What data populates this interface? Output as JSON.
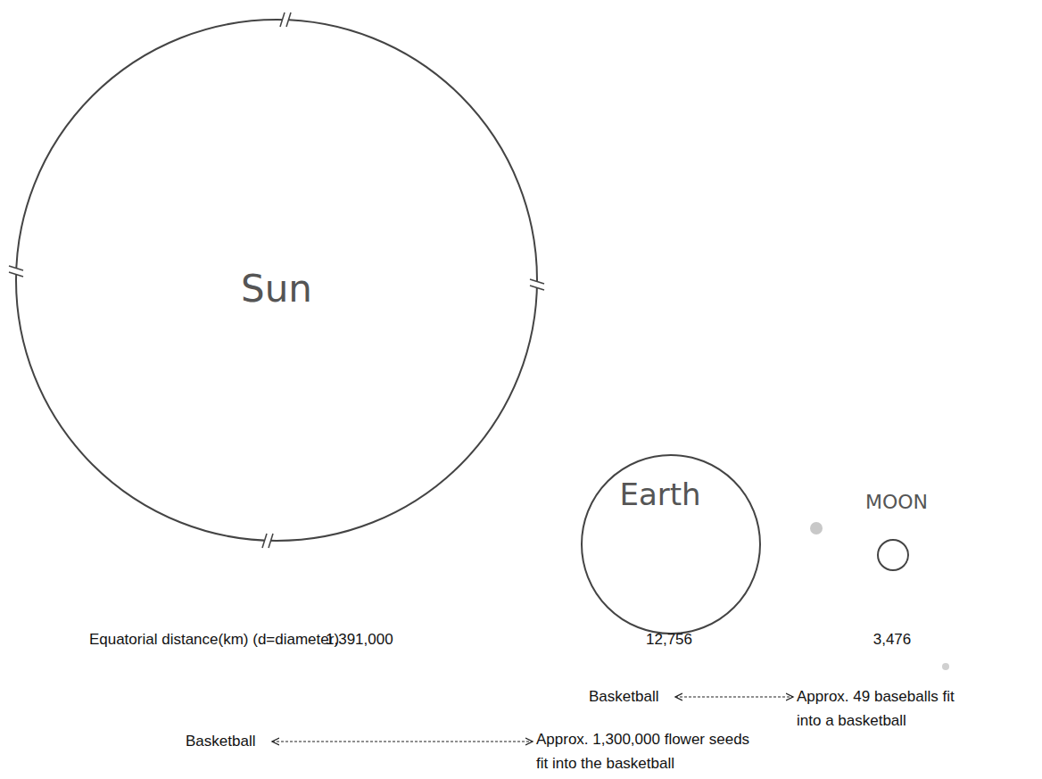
{
  "diagram": {
    "nodes": [
      {
        "text": [
          "Sun"
        ]
      },
      {
        "text": [
          "Earth"
        ]
      },
      {
        "text": [
          "MOON"
        ]
      }
    ],
    "labels": [
      "Equatorial distance(km) (d=diameter)",
      "1,391,000",
      "12,756",
      "3,476",
      "Basketball",
      "Approx. 49 baseballs fit into a basketball",
      "Basketball",
      "Approx. 1,300,000 flower seeds fit into the basketball"
    ]
  }
}
